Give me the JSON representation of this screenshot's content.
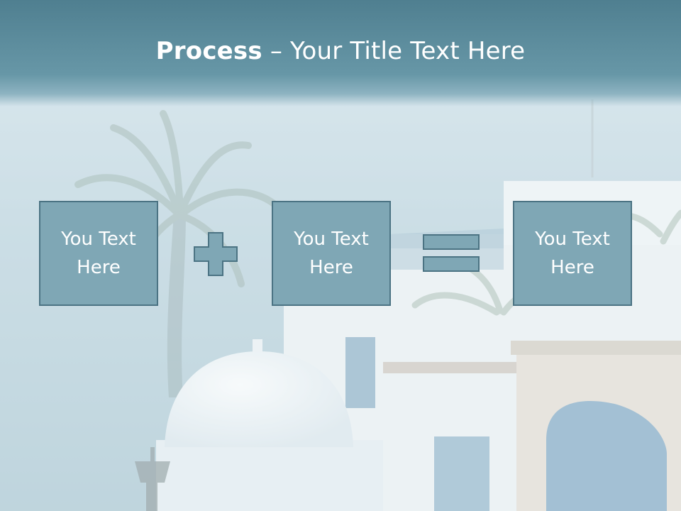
{
  "slide": {
    "title_bold": "Process",
    "title_separator": " – ",
    "title_rest": "Your Title Text Here"
  },
  "process": {
    "boxes": [
      {
        "text": "You Text Here"
      },
      {
        "text": "You Text Here"
      },
      {
        "text": "You Text Here"
      }
    ],
    "operators": [
      "plus-icon",
      "equals-icon"
    ]
  },
  "colors": {
    "title_band": "#5a8a9b",
    "box_fill": "#7fa7b5",
    "box_border": "#4b7383",
    "text": "#ffffff"
  }
}
